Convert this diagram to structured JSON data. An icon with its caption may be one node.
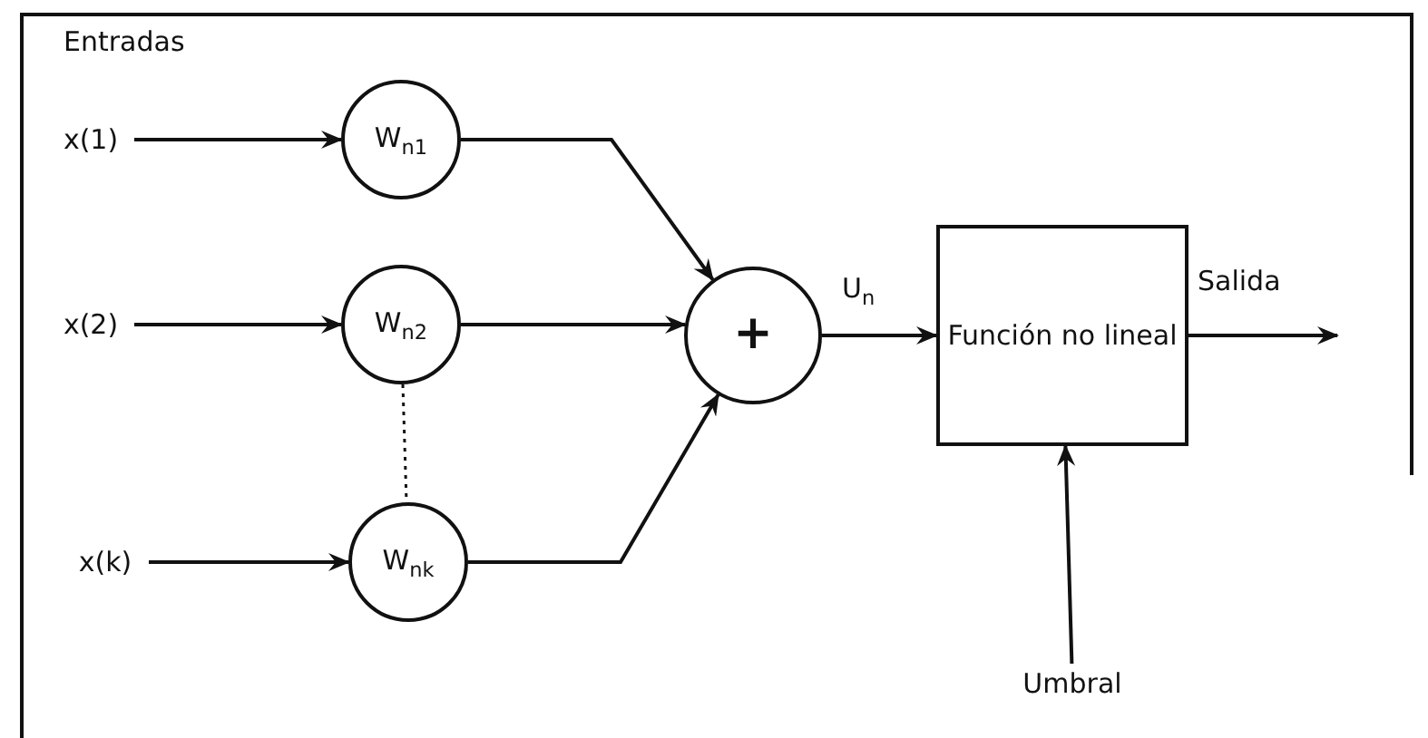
{
  "diagram": {
    "nodes": [
      {
        "text": [
          "x(1)"
        ]
      },
      {
        "text": [
          "x(2)"
        ]
      },
      {
        "text": [
          "x(k)"
        ]
      },
      {
        "text": [
          "W$_{n1}$"
        ]
      },
      {
        "text": [
          "W$_{n2}$"
        ]
      },
      {
        "text": [
          "W$_{nk}$"
        ]
      },
      {
        "text": [
          "+"
        ]
      },
      {
        "text": [
          "Función no lineal"
        ]
      },
      {
        "text": [
          "Umbral"
        ]
      }
    ],
    "edges": [
      {
        "from": 0,
        "to": 3,
        "arrow": "to"
      },
      {
        "from": 1,
        "to": 4,
        "arrow": "to"
      },
      {
        "from": 2,
        "to": 5,
        "arrow": "to"
      },
      {
        "from": 3,
        "to": 6,
        "arrow": "to"
      },
      {
        "from": 4,
        "to": 6,
        "arrow": "to"
      },
      {
        "from": 5,
        "to": 6,
        "arrow": "to"
      },
      {
        "from": 6,
        "to": 7,
        "arrow": "to",
        "label": "U$_{n}$"
      },
      {
        "from": 7,
        "to": null,
        "arrow": "to",
        "label": "Salida"
      },
      {
        "from": 8,
        "to": 7,
        "arrow": "to"
      },
      {
        "from": 4,
        "to": 5,
        "arrow": "none",
        "style": "dashed"
      }
    ],
    "labels": [
      "Entradas"
    ]
  }
}
